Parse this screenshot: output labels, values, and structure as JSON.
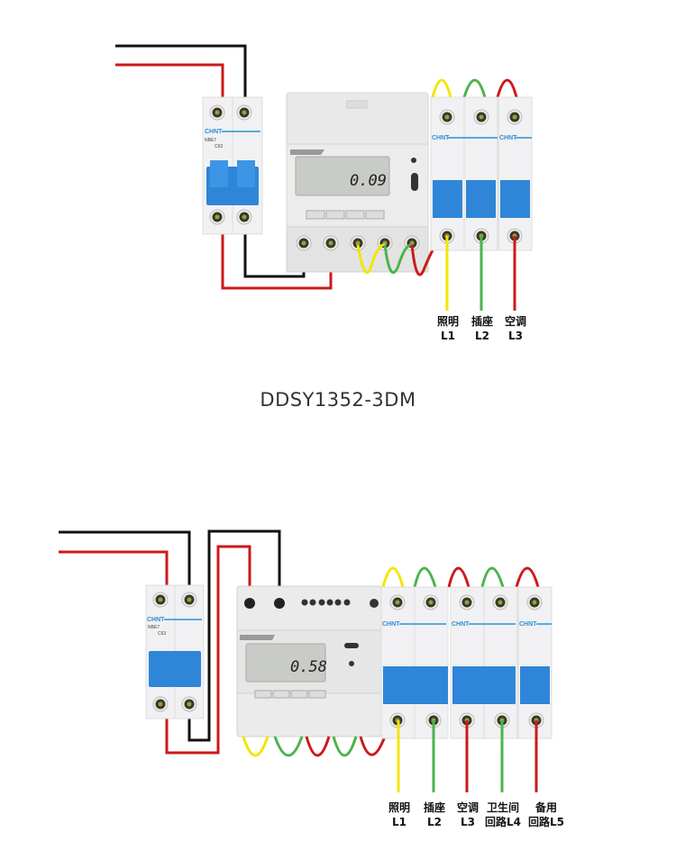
{
  "diagram_top": {
    "breaker_brand": "CHNT",
    "breaker_model": "NBE7",
    "breaker_rating": "C63",
    "meter_reading": "0.09",
    "circuits": [
      {
        "name": "照明",
        "code": "L1",
        "color": "#f2e600"
      },
      {
        "name": "插座",
        "code": "L2",
        "color": "#4db34d"
      },
      {
        "name": "空调",
        "code": "L3",
        "color": "#cc1a1a"
      }
    ]
  },
  "model_title": "DDSY1352-3DM",
  "diagram_bottom": {
    "breaker_brand": "CHNT",
    "breaker_model": "NBE7",
    "breaker_rating": "C63",
    "meter_reading": "0.58",
    "circuits": [
      {
        "name": "照明",
        "code": "L1",
        "color": "#f2e600"
      },
      {
        "name": "插座",
        "code": "L2",
        "color": "#4db34d"
      },
      {
        "name": "空调",
        "code": "L3",
        "color": "#cc1a1a"
      },
      {
        "name": "卫生间",
        "code": "回路L4",
        "color": "#4db34d"
      },
      {
        "name": "备用",
        "code": "回路L5",
        "color": "#cc1a1a"
      }
    ]
  },
  "colors": {
    "live": "#cc1a1a",
    "neutral": "#111111",
    "breaker_handle": "#2f86d8",
    "brand": "#2a8fd6"
  }
}
